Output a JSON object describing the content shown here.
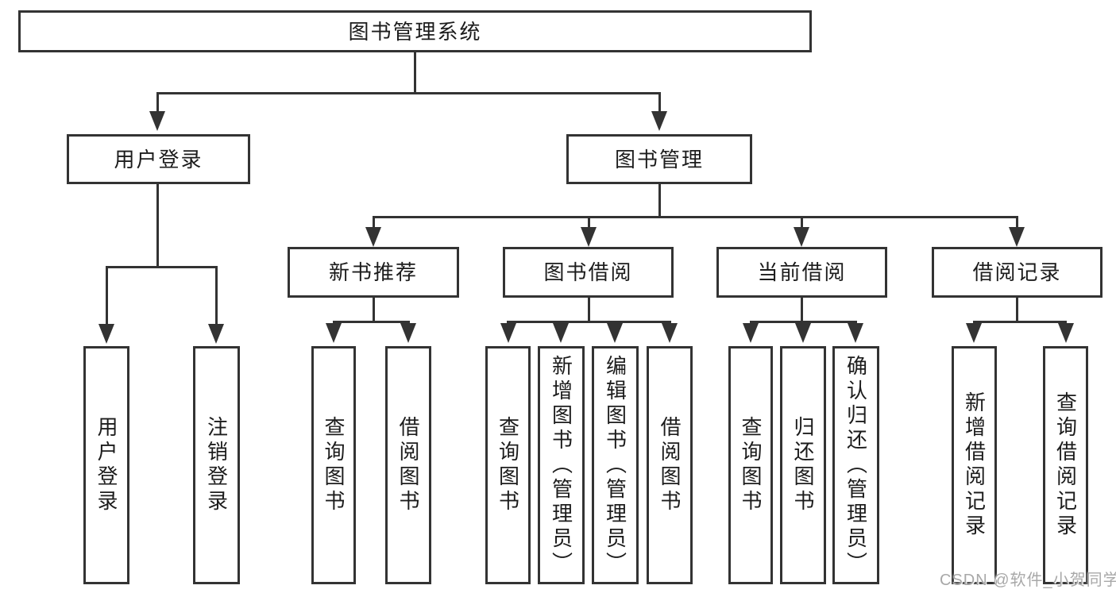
{
  "diagram": {
    "root": "图书管理系统",
    "login": {
      "label": "用户登录",
      "children": [
        "用户登录",
        "注销登录"
      ]
    },
    "management": {
      "label": "图书管理",
      "sections": [
        {
          "label": "新书推荐",
          "children": [
            "查询图书",
            "借阅图书"
          ]
        },
        {
          "label": "图书借阅",
          "children": [
            "查询图书",
            "新增图书（管理员）",
            "编辑图书（管理员）",
            "借阅图书"
          ]
        },
        {
          "label": "当前借阅",
          "children": [
            "查询图书",
            "归还图书",
            "确认归还（管理员）"
          ]
        },
        {
          "label": "借阅记录",
          "children": [
            "新增借阅记录",
            "查询借阅记录"
          ]
        }
      ]
    }
  },
  "watermark": "CSDN @软件_小贺同学",
  "colors": {
    "line": "#333333",
    "text": "#1c1c1c",
    "background": "#ffffff",
    "watermark": "#a8a8a8"
  }
}
